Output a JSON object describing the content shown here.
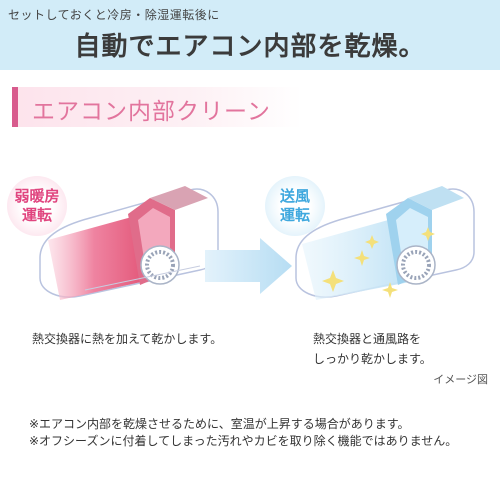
{
  "header": {
    "subtitle": "セットしておくと冷房・除湿運転後に",
    "title": "自動でエアコン内部を乾燥。"
  },
  "section": {
    "title": "エアコン内部クリーン"
  },
  "left_panel": {
    "badge_line1": "弱暖房",
    "badge_line2": "運転",
    "caption": "熱交換器に熱を加えて乾かします。"
  },
  "right_panel": {
    "badge_line1": "送風",
    "badge_line2": "運転",
    "caption_line1": "熱交換器と通風路を",
    "caption_line2": "しっかり乾かします。"
  },
  "image_note": "イメージ図",
  "notes": [
    "※エアコン内部を乾燥させるために、室温が上昇する場合があります。",
    "※オフシーズンに付着してしまった汚れやカビを取り除く機能ではありません。"
  ],
  "colors": {
    "header_bg": "#d2ecf8",
    "accent_pink": "#e2749d",
    "heat_red": "#e04a6e",
    "wind_blue": "#5cb9e6"
  }
}
